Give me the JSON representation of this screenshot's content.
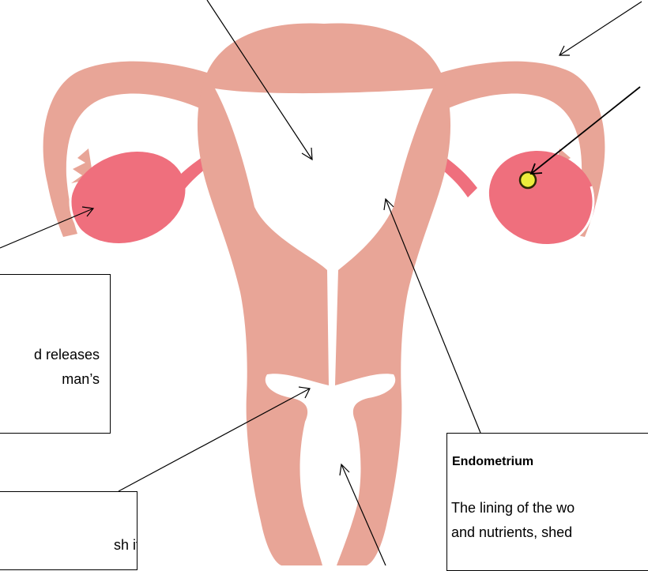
{
  "colors": {
    "tissue": "#e8a597",
    "ovary": "#ef6f7d",
    "egg_fill": "#ecec3c",
    "egg_stroke": "#2b2b00",
    "cavity": "#ffffff",
    "arrow": "#000000"
  },
  "labels": {
    "ovary_box": {
      "title": "",
      "lines": [
        "d releases",
        "man’s"
      ]
    },
    "cervix_box": {
      "title": "",
      "lines": [
        "sh it"
      ]
    },
    "endometrium_box": {
      "title": "Endometrium",
      "lines": [
        "The lining of the wo",
        "and nutrients, shed"
      ]
    }
  }
}
